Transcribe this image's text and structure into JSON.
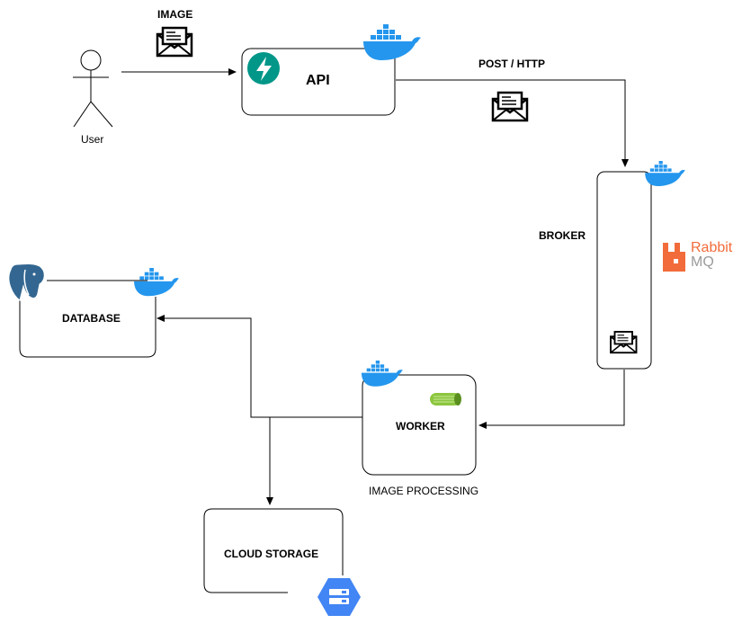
{
  "labels": {
    "image": "IMAGE",
    "user": "User",
    "api": "API",
    "post_http": "POST / HTTP",
    "broker": "BROKER",
    "database": "DATABASE",
    "worker": "WORKER",
    "image_processing": "IMAGE PROCESSING",
    "cloud_storage": "CLOUD STORAGE",
    "rabbitmq_line1": "Rabbit",
    "rabbitmq_line2": "MQ"
  },
  "icons": {
    "envelope": "envelope-icon",
    "docker": "docker-whale-icon",
    "fastapi": "fastapi-bolt-icon",
    "postgres": "postgresql-elephant-icon",
    "rabbitmq": "rabbitmq-logo",
    "celery": "celery-icon",
    "cloud_storage": "cloud-storage-icon"
  },
  "colors": {
    "docker_blue": "#2496ed",
    "fastapi_teal": "#009688",
    "rabbitmq_orange": "#f26b3a",
    "postgres_blue": "#336791",
    "celery_green": "#8cc63f",
    "gcs_blue": "#4285f4",
    "line": "#000000"
  }
}
